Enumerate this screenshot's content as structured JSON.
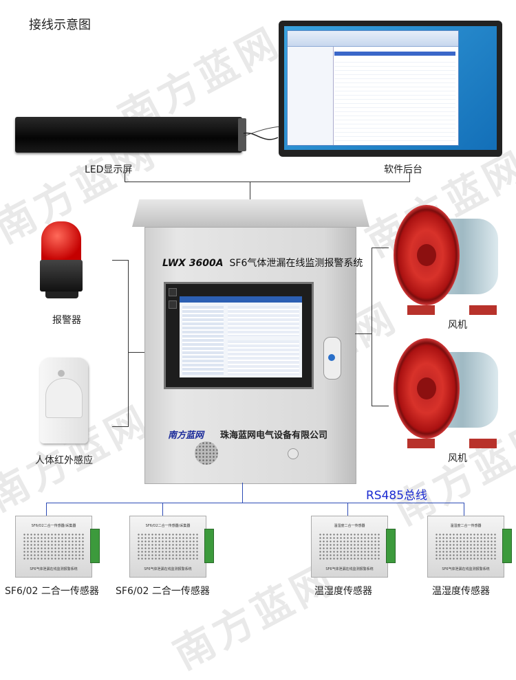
{
  "title": "接线示意图",
  "watermark": "南方蓝网",
  "led_label": "LED显示屏",
  "software_label": "软件后台",
  "cabinet": {
    "model": "LWX 3600A",
    "system_name": "SF6气体泄漏在线监测报警系统",
    "brand": "南方蓝网",
    "company": "珠海蓝网电气设备有限公司"
  },
  "left_devices": [
    "报警器",
    "人体红外感应"
  ],
  "right_devices": [
    "风机",
    "风机"
  ],
  "bus_label": "RS485总线",
  "sensors": [
    {
      "label": "SF6/02  二合一传感器",
      "header": "SF6/O2二合一传感器/采集器",
      "footer": "SF6气体泄漏在线监测报警系统"
    },
    {
      "label": "SF6/02  二合一传感器",
      "header": "SF6/O2二合一传感器/采集器",
      "footer": "SF6气体泄漏在线监测报警系统"
    },
    {
      "label": "温湿度传感器",
      "header": "温湿度二合一传感器",
      "footer": "SF6气体泄漏在线监测报警系统"
    },
    {
      "label": "温湿度传感器",
      "header": "温湿度二合一传感器",
      "footer": "SF6气体泄漏在线监测报警系统"
    }
  ],
  "colors": {
    "bus_line": "#2b4ab5",
    "bus_text": "#1b2bd1",
    "alarm_red": "#c40000",
    "fan_red": "#d8322a"
  }
}
